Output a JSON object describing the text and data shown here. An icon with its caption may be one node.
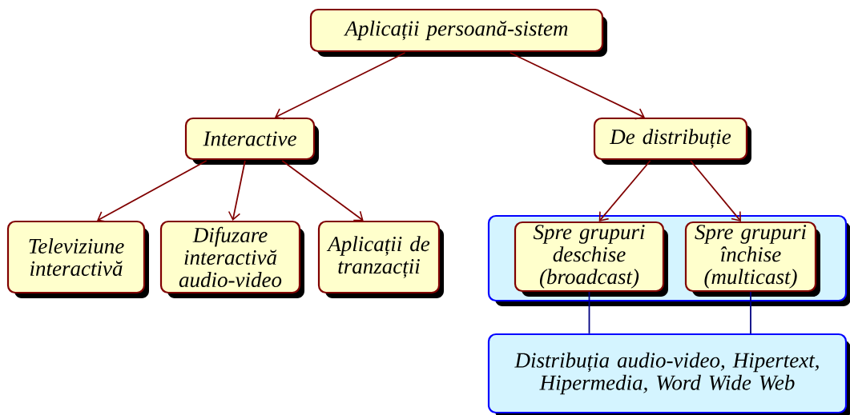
{
  "diagram": {
    "nodes": [
      {
        "text": [
          "Aplicații persoană-sistem"
        ]
      },
      {
        "text": [
          "Interactive"
        ]
      },
      {
        "text": [
          "De distribuție"
        ]
      },
      {
        "text": [
          "Televiziune interactivă"
        ]
      },
      {
        "text": [
          "Difuzare interactivă audio-video"
        ]
      },
      {
        "text": [
          "Aplicații de tranzacții"
        ]
      },
      {
        "text": [],
        "shape": "box"
      },
      {
        "text": [
          "Spre grupuri deschise (broadcast)"
        ],
        "in": 6
      },
      {
        "text": [
          "Spre grupuri închise (multicast)"
        ],
        "in": 6
      },
      {
        "text": [
          "Distribuția audio-video, Hipertext, Hipermedia, Word Wide Web"
        ]
      }
    ],
    "edges": [
      {
        "from": 0,
        "to": 1,
        "arrow": "to"
      },
      {
        "from": 0,
        "to": 2,
        "arrow": "to"
      },
      {
        "from": 1,
        "to": 3,
        "arrow": "to"
      },
      {
        "from": 1,
        "to": 4,
        "arrow": "to"
      },
      {
        "from": 1,
        "to": 5,
        "arrow": "to"
      },
      {
        "from": 2,
        "to": 7,
        "arrow": "to"
      },
      {
        "from": 2,
        "to": 8,
        "arrow": "to"
      },
      {
        "from": 7,
        "to": 9,
        "arrow": "none",
        "color": "#000080"
      },
      {
        "from": 8,
        "to": 9,
        "arrow": "none",
        "color": "#000080"
      }
    ]
  }
}
